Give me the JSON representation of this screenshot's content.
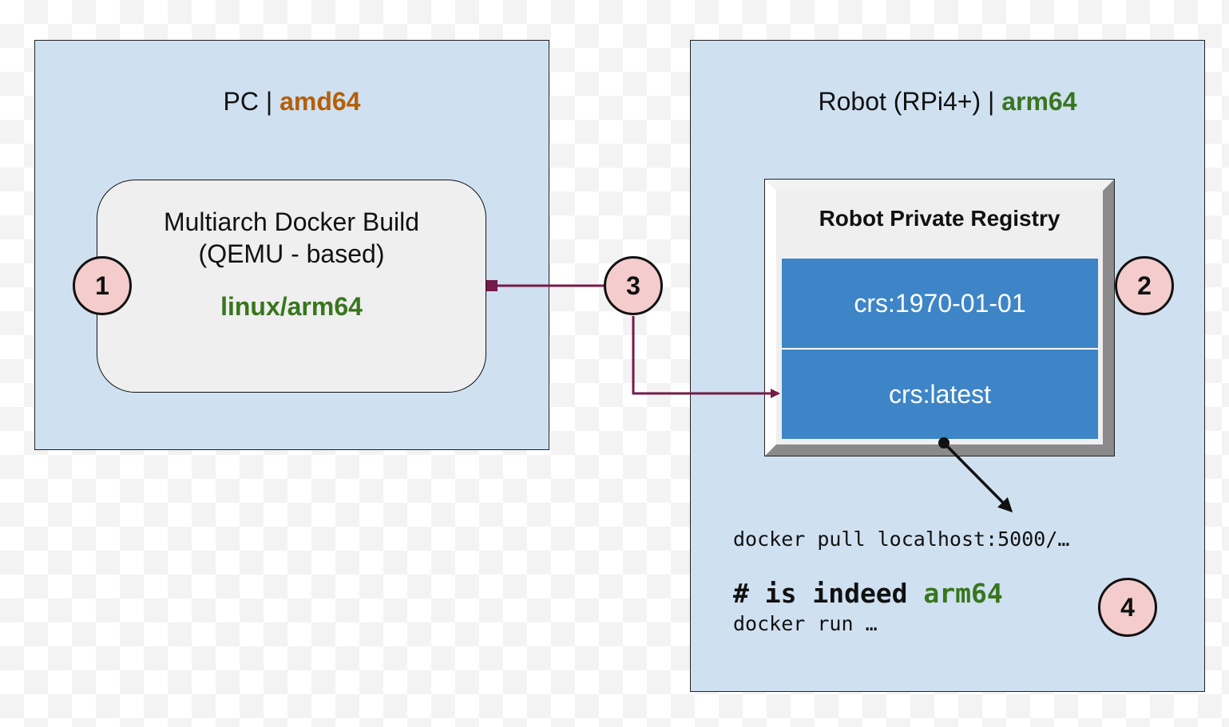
{
  "pc": {
    "title_prefix": "PC | ",
    "arch": "amd64",
    "build": {
      "line1": "Multiarch Docker Build",
      "line2": "(QEMU - based)",
      "platform": "linux/arm64"
    }
  },
  "robot": {
    "title_prefix": "Robot (RPi4+) | ",
    "arch": "arm64",
    "registry": {
      "title": "Robot Private Registry",
      "tags": [
        "crs:1970-01-01",
        "crs:latest"
      ]
    },
    "commands": {
      "pull": "docker pull localhost:5000/…",
      "comment_prefix": "# is indeed ",
      "comment_arch": "arm64",
      "run": "docker run …"
    }
  },
  "steps": [
    "1",
    "2",
    "3",
    "4"
  ],
  "colors": {
    "panel_bg": "#cfe0f1",
    "amd64": "#b45f06",
    "arm64": "#38761d",
    "tag_bg": "#3d85c6",
    "connector": "#741b47",
    "step_bg": "#f4cccc"
  }
}
